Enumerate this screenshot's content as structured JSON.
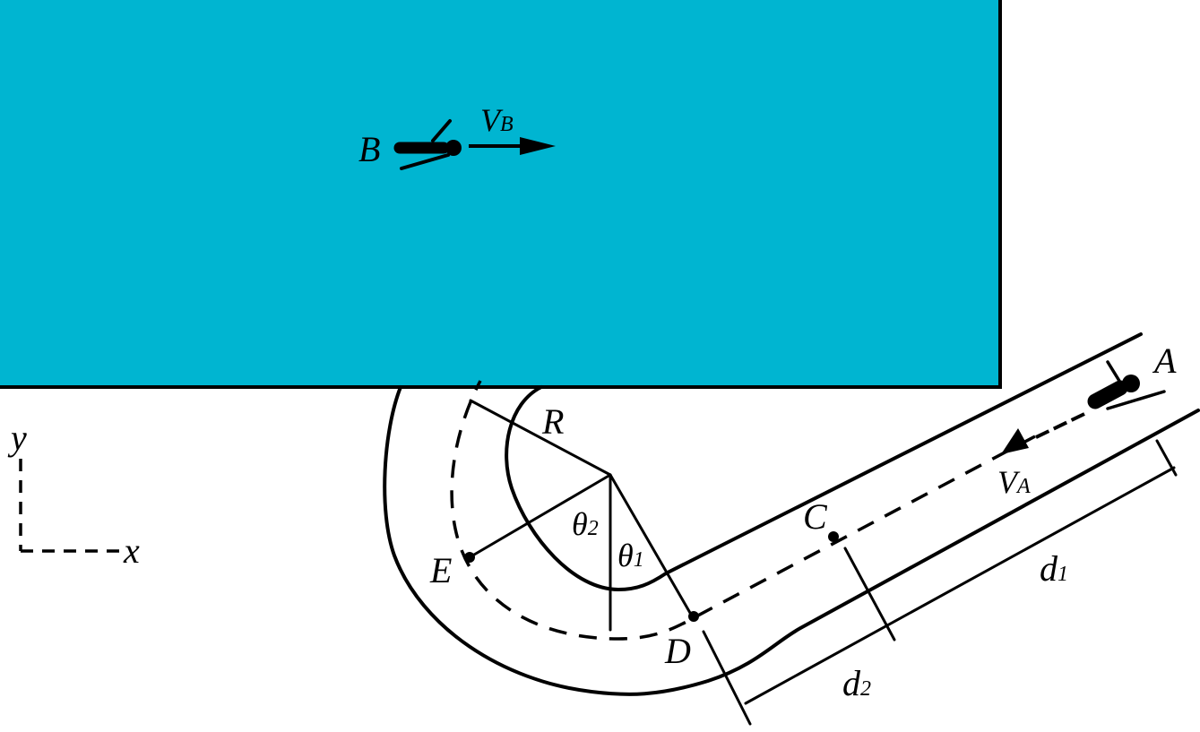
{
  "labels": {
    "A": "A",
    "B": "B",
    "C": "C",
    "D": "D",
    "E": "E",
    "R": "R",
    "theta1": "θ",
    "theta1_sub": "1",
    "theta2": "θ",
    "theta2_sub": "2",
    "d1": "d",
    "d1_sub": "1",
    "d2": "d",
    "d2_sub": "2",
    "vA": "V",
    "vA_sub": "A",
    "vB": "V",
    "vB_sub": "B",
    "axis_x": "x",
    "axis_y": "y"
  },
  "colors": {
    "water": "#00b5d1",
    "ink": "#000000",
    "background": "#ffffff"
  }
}
